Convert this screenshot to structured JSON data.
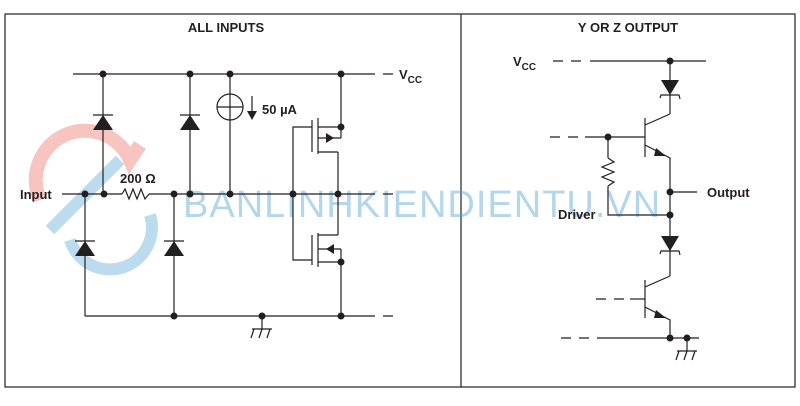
{
  "panels": {
    "left_title": "ALL INPUTS",
    "right_title": "Y OR Z OUTPUT"
  },
  "labels": {
    "vcc_left_main": "V",
    "vcc_left_sub": "CC",
    "vcc_right_main": "V",
    "vcc_right_sub": "CC",
    "input": "Input",
    "resistor": "200 Ω",
    "current_source": "50 µA",
    "output": "Output",
    "driver": "Driver"
  },
  "watermark": "BANLINHKIENDIENTU.VN",
  "colors": {
    "line": "#231f20",
    "watermark": "#5aa6d8",
    "watermark_logo": "#f08a80"
  }
}
